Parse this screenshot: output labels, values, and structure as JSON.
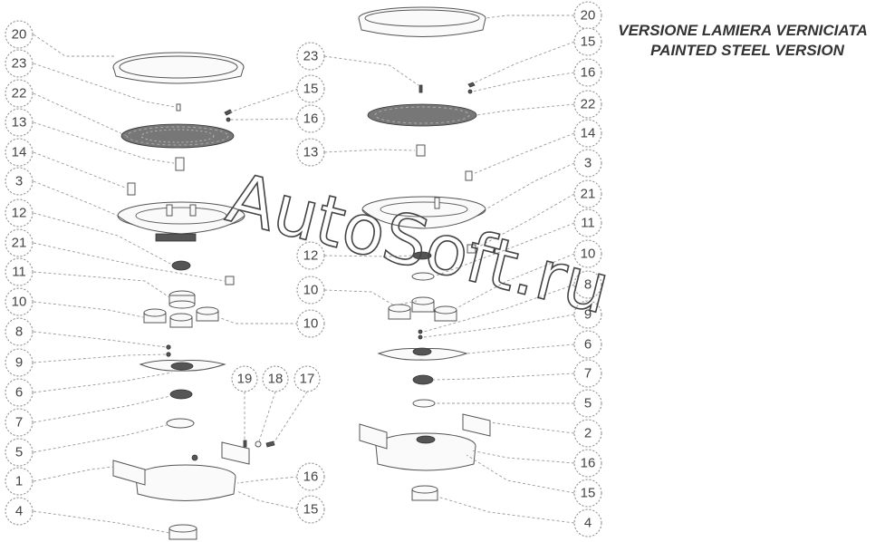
{
  "titles": {
    "line1": "VERSIONE LAMIERA VERNICIATA",
    "line2": "PAINTED STEEL VERSION"
  },
  "watermark": "AutoSoft.ru",
  "callouts_left": {
    "c20": "20",
    "c23": "23",
    "c22": "22",
    "c13": "13",
    "c14": "14",
    "c3": "3",
    "c12": "12",
    "c21": "21",
    "c11": "11",
    "c10a": "10",
    "c10b": "10",
    "c8": "8",
    "c9": "9",
    "c6": "6",
    "c7": "7",
    "c5": "5",
    "c1": "1",
    "c4": "4",
    "c15a": "15",
    "c16a": "16",
    "c19": "19",
    "c18": "18",
    "c17": "17",
    "c16b": "16",
    "c15b": "15"
  },
  "callouts_right": {
    "c20": "20",
    "c15a": "15",
    "c23": "23",
    "c16a": "16",
    "c22": "22",
    "c13": "13",
    "c14": "14",
    "c3": "3",
    "c21": "21",
    "c12": "12",
    "c11": "11",
    "c10a": "10",
    "c10b": "10",
    "c8": "8",
    "c9": "9",
    "c6": "6",
    "c7": "7",
    "c5": "5",
    "c2": "2",
    "c16b": "16",
    "c15b": "15",
    "c4": "4"
  }
}
